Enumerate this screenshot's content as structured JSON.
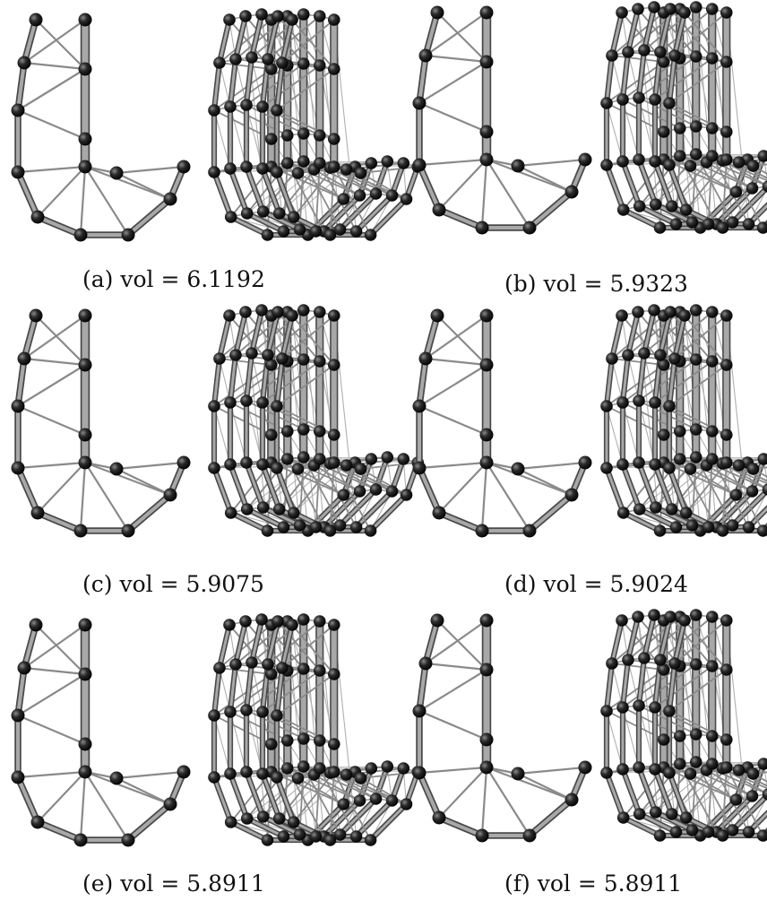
{
  "figure": {
    "panels": [
      {
        "id": "a",
        "caption": "(a) vol = 6.1192"
      },
      {
        "id": "b",
        "caption": "(b) vol = 5.9323"
      },
      {
        "id": "c",
        "caption": "(c) vol = 5.9075"
      },
      {
        "id": "d",
        "caption": "(d) vol = 5.9024"
      },
      {
        "id": "e",
        "caption": "(e) vol = 5.8911"
      },
      {
        "id": "f",
        "caption": "(f) vol = 5.8911"
      }
    ]
  },
  "colors": {
    "node": "#1e1e1e",
    "member": "#8a8a8a",
    "member_dark": "#555555",
    "background": "#ffffff"
  }
}
